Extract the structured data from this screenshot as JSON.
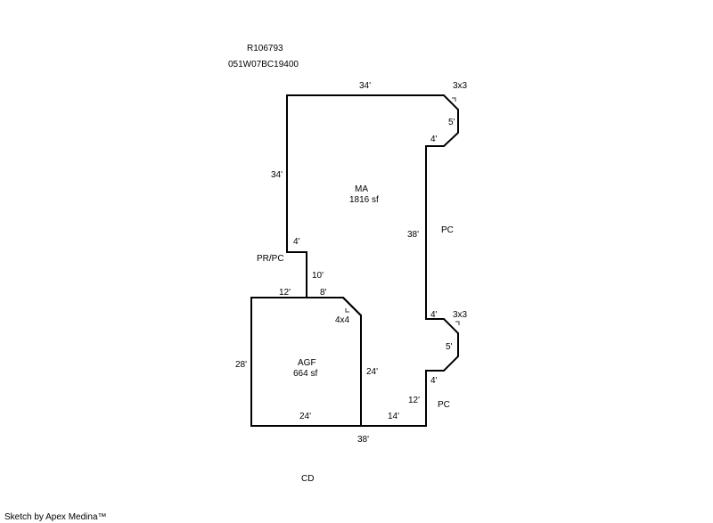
{
  "header": {
    "parcel_id": "R106793",
    "map_number": "051W07BC19400"
  },
  "areas": {
    "main": {
      "code": "MA",
      "size": "1816 sf"
    },
    "garage": {
      "code": "AGF",
      "size": "664 sf"
    }
  },
  "labels": {
    "top_width": "34'",
    "top_corner": "3x3",
    "top_bay_side": "5'",
    "top_bay_step": "4'",
    "left_upper": "34'",
    "left_step": "4'",
    "pr_pc": "PR/PC",
    "left_drop": "10'",
    "garage_top_left": "12'",
    "garage_top_right": "8'",
    "garage_corner": "4x4",
    "right_long": "38'",
    "pc_upper": "PC",
    "lower_bay_step_top": "4'",
    "lower_corner": "3x3",
    "lower_bay_side": "5'",
    "lower_bay_step_bottom": "4'",
    "garage_left": "28'",
    "garage_right": "24'",
    "garage_bottom": "24'",
    "right_short": "12'",
    "pc_lower": "PC",
    "bottom_right": "14'",
    "bottom_total": "38'",
    "cd": "CD"
  },
  "footer": {
    "credit": "Sketch by Apex Medina™"
  }
}
